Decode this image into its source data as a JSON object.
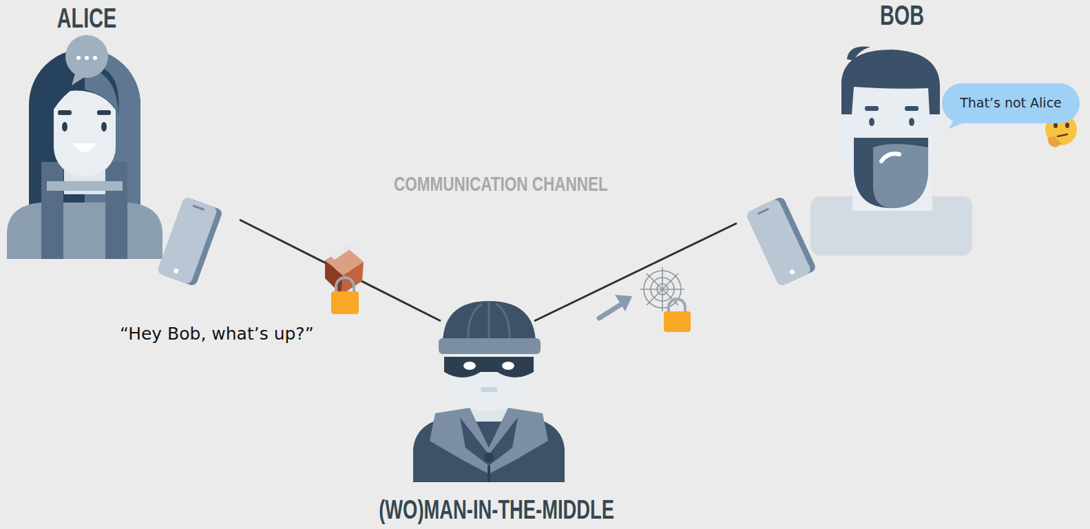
{
  "diagram": {
    "nodes": [
      {
        "text": [
          "ALICE"
        ]
      },
      {
        "text": [
          "BOB"
        ]
      },
      {
        "text": [
          "That’s not Alice"
        ]
      },
      {
        "text": [
          "(WO)MAN-IN-THE-MIDDLE"
        ]
      }
    ],
    "edges": [
      {
        "from": 0,
        "to": 3,
        "arrow": "none",
        "label": "“Hey Bob, what’s up?”"
      },
      {
        "from": 3,
        "to": 1,
        "arrow": "none"
      }
    ],
    "labels": [
      "COMMUNICATION CHANNEL"
    ]
  }
}
